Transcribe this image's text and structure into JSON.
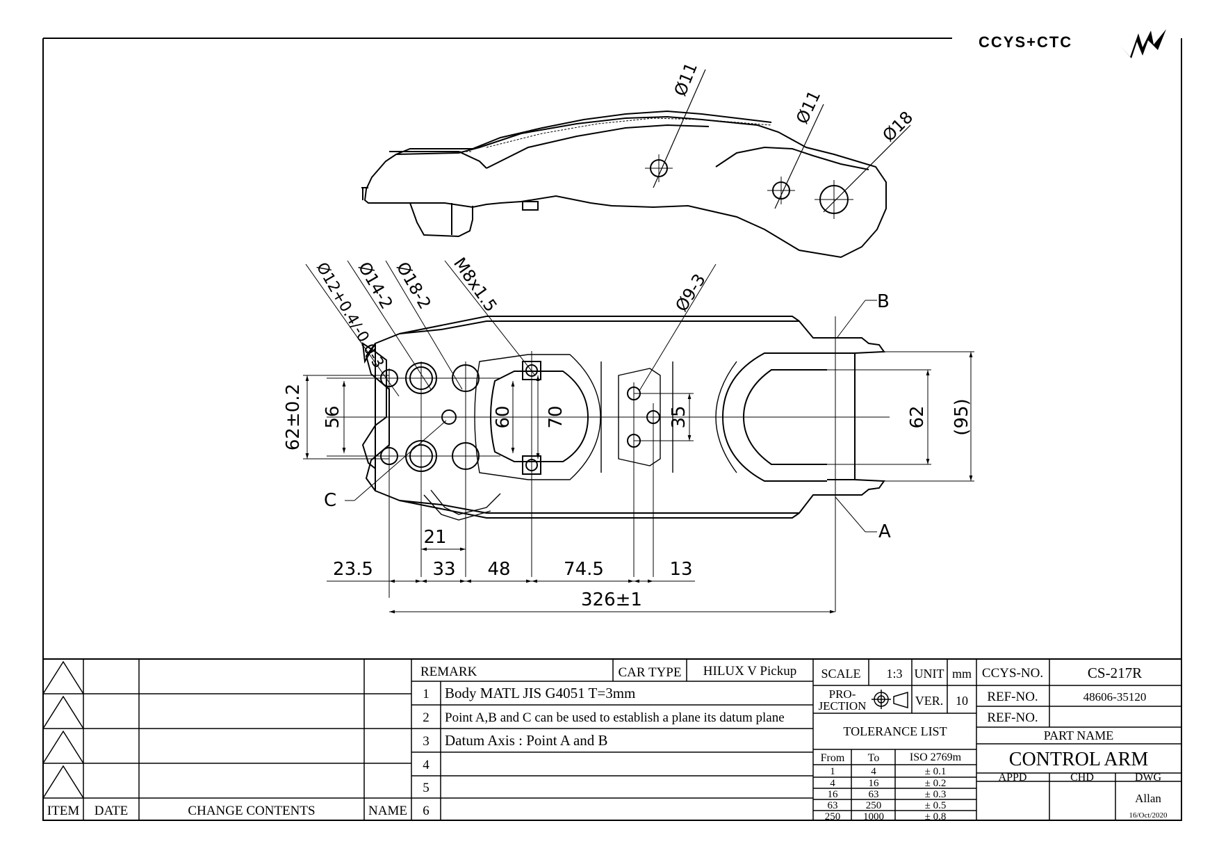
{
  "logo": {
    "text": "CCYS+CTC"
  },
  "dimensions": {
    "side_holes": [
      "Ø11",
      "Ø11",
      "Ø18"
    ],
    "top_labels": [
      "Ø12+0.4/-0.0-3",
      "Ø14-2",
      "Ø18-2",
      "M8x1.5",
      "Ø9-3"
    ],
    "points": {
      "a": "A",
      "b": "B",
      "c": "C"
    },
    "vertical": {
      "d62tol": "62±0.2",
      "d56": "56",
      "d60": "60",
      "d70": "70",
      "d35": "35",
      "d62": "62",
      "d95": "(95)"
    },
    "horizontal": {
      "d21": "21",
      "d23_5": "23.5",
      "d33": "33",
      "d48": "48",
      "d74_5": "74.5",
      "d13": "13",
      "d326": "326±1"
    }
  },
  "revisions": {
    "headers": {
      "item": "ITEM",
      "date": "DATE",
      "change": "CHANGE CONTENTS",
      "name": "NAME"
    }
  },
  "remarks": {
    "header": "REMARK",
    "car_type_label": "CAR TYPE",
    "car_type": "HILUX V Pickup",
    "rows": [
      {
        "no": "1",
        "text": "Body MATL JIS G4051 T=3mm"
      },
      {
        "no": "2",
        "text": "Point A,B and C can be used to establish a plane its datum plane"
      },
      {
        "no": "3",
        "text": "Datum Axis : Point A and B"
      },
      {
        "no": "4",
        "text": ""
      },
      {
        "no": "5",
        "text": ""
      },
      {
        "no": "6",
        "text": ""
      }
    ]
  },
  "scale_block": {
    "scale_label": "SCALE",
    "scale": "1:3",
    "unit_label": "UNIT",
    "unit": "mm",
    "projection_label_1": "PRO-",
    "projection_label_2": "JECTION",
    "ver_label": "VER.",
    "ver": "10"
  },
  "tolerance": {
    "title": "TOLERANCE LIST",
    "headers": {
      "from": "From",
      "to": "To",
      "iso": "ISO 2769m"
    },
    "rows": [
      {
        "from": "1",
        "to": "4",
        "tol": "± 0.1"
      },
      {
        "from": "4",
        "to": "16",
        "tol": "± 0.2"
      },
      {
        "from": "16",
        "to": "63",
        "tol": "± 0.3"
      },
      {
        "from": "63",
        "to": "250",
        "tol": "± 0.5"
      },
      {
        "from": "250",
        "to": "1000",
        "tol": "± 0.8"
      }
    ]
  },
  "part_info": {
    "ccys_label": "CCYS-NO.",
    "ccys": "CS-217R",
    "ref_label_1": "REF-NO.",
    "ref_1": "48606-35120",
    "ref_label_2": "REF-NO.",
    "ref_2": "",
    "part_name_label": "PART NAME",
    "part_name": "CONTROL ARM",
    "appd_label": "APPD",
    "chd_label": "CHD",
    "dwg_label": "DWG",
    "drawn_by": "Allan",
    "date": "16/Oct/2020"
  }
}
